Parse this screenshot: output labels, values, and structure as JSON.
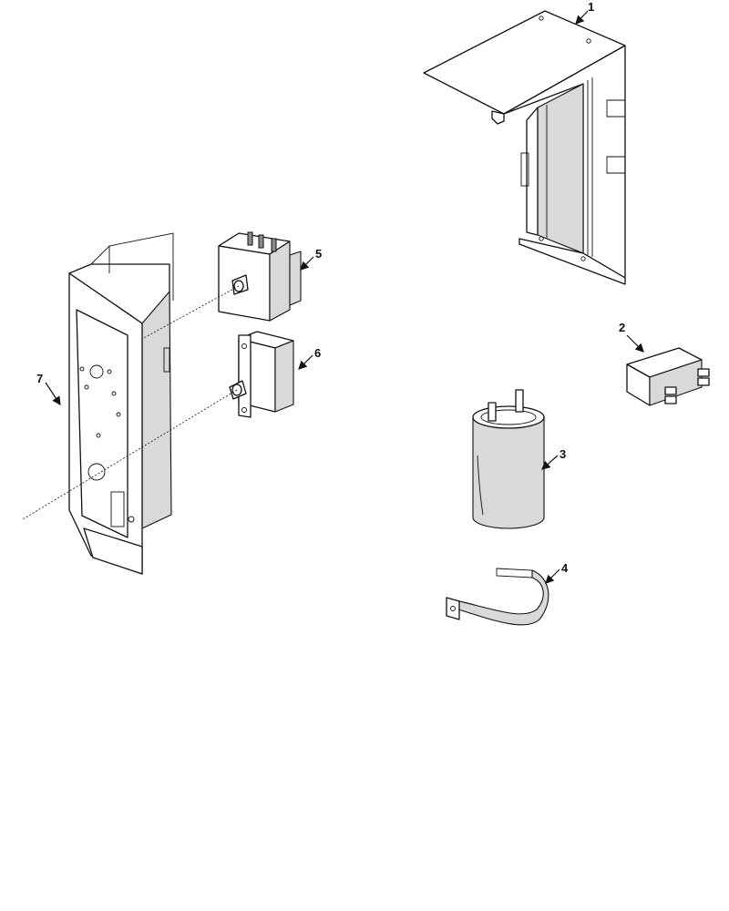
{
  "parts": [
    {
      "id": "cover",
      "callout": "1"
    },
    {
      "id": "relay",
      "callout": "2"
    },
    {
      "id": "capacitor",
      "callout": "3"
    },
    {
      "id": "strap",
      "callout": "4"
    },
    {
      "id": "switch-upper",
      "callout": "5"
    },
    {
      "id": "switch-lower",
      "callout": "6"
    },
    {
      "id": "bracket",
      "callout": "7"
    }
  ],
  "colors": {
    "line": "#111111",
    "shade": "#d9d9d9",
    "dark": "#8c8c8c",
    "background": "#ffffff"
  }
}
